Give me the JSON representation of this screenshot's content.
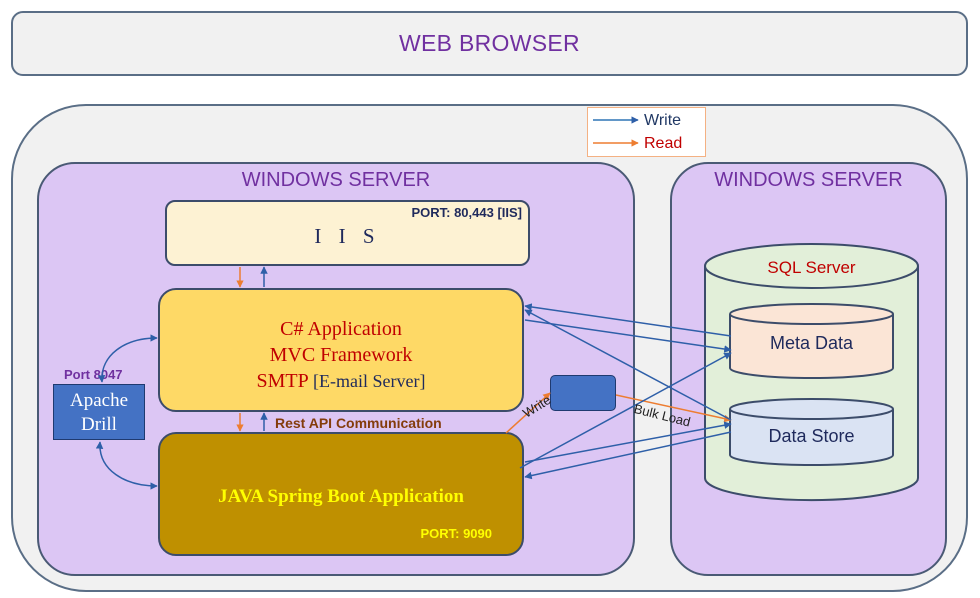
{
  "browser": {
    "title": "WEB BROWSER"
  },
  "legend": {
    "write_label": "Write",
    "read_label": "Read",
    "write_color": "#2e75b6",
    "read_color": "#ed7d31"
  },
  "left_server": {
    "title": "WINDOWS SERVER",
    "iis": {
      "title": "I I S",
      "port": "PORT: 80,443 [IIS]"
    },
    "csharp": {
      "line1": "C# Application",
      "line2": "MVC Framework",
      "line3_main": "SMTP",
      "line3_sub": "[E-mail Server]"
    },
    "java": {
      "title": "JAVA Spring Boot Application",
      "port": "PORT:  9090"
    },
    "drill": {
      "line1": "Apache",
      "line2": "Drill",
      "port": "Port  8047"
    },
    "rest_label": "Rest API Communication"
  },
  "right_server": {
    "title": "WINDOWS SERVER",
    "sql": {
      "title": "SQL Server",
      "meta": "Meta Data",
      "store": "Data Store"
    }
  },
  "flow": {
    "write_label": "Write",
    "bulk_label": "Bulk Load"
  }
}
